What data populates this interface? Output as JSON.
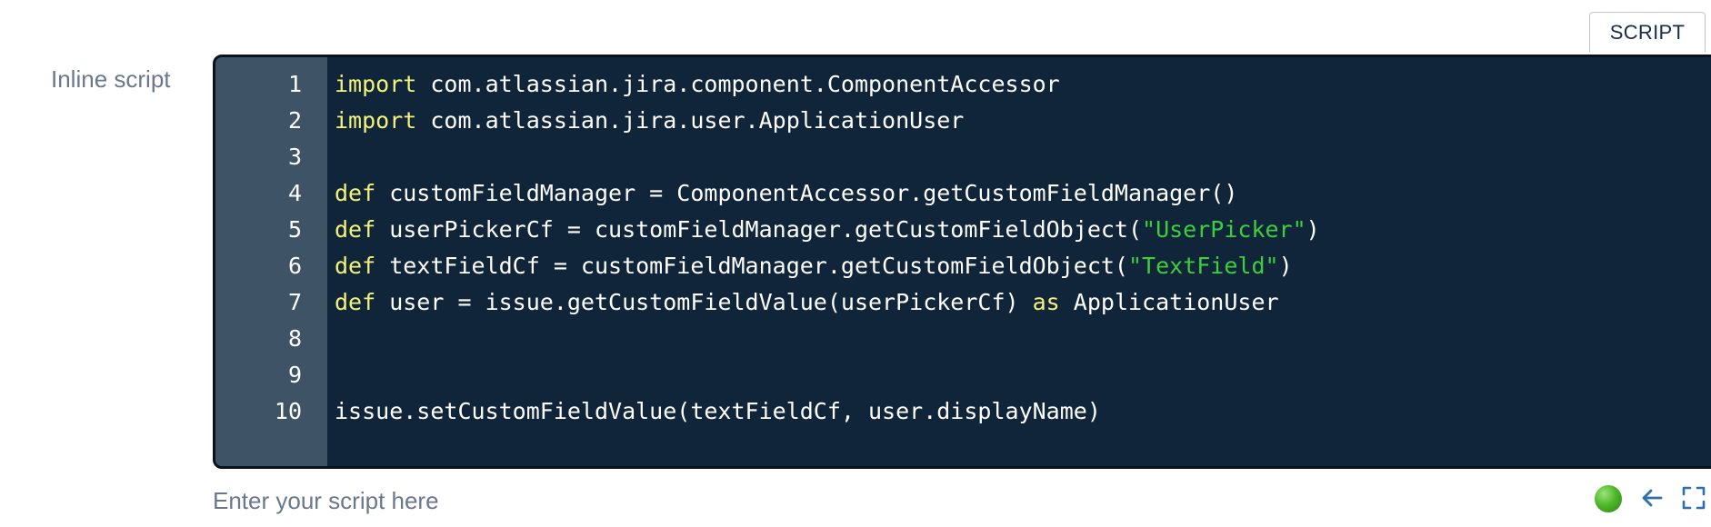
{
  "tab": {
    "label": "SCRIPT"
  },
  "field": {
    "label": "Inline script",
    "placeholder": "Enter your script here"
  },
  "editor": {
    "lines": [
      {
        "n": "1",
        "tokens": [
          {
            "t": "import",
            "k": "kw"
          },
          {
            "t": " com.atlassian.jira.component.ComponentAccessor",
            "k": "plain"
          }
        ]
      },
      {
        "n": "2",
        "tokens": [
          {
            "t": "import",
            "k": "kw"
          },
          {
            "t": " com.atlassian.jira.user.ApplicationUser",
            "k": "plain"
          }
        ]
      },
      {
        "n": "3",
        "tokens": []
      },
      {
        "n": "4",
        "tokens": [
          {
            "t": "def",
            "k": "kw"
          },
          {
            "t": " customFieldManager = ComponentAccessor.getCustomFieldManager()",
            "k": "plain"
          }
        ]
      },
      {
        "n": "5",
        "tokens": [
          {
            "t": "def",
            "k": "kw"
          },
          {
            "t": " userPickerCf = customFieldManager.getCustomFieldObject(",
            "k": "plain"
          },
          {
            "t": "\"UserPicker\"",
            "k": "str"
          },
          {
            "t": ")",
            "k": "plain"
          }
        ]
      },
      {
        "n": "6",
        "tokens": [
          {
            "t": "def",
            "k": "kw"
          },
          {
            "t": " textFieldCf = customFieldManager.getCustomFieldObject(",
            "k": "plain"
          },
          {
            "t": "\"TextField\"",
            "k": "str"
          },
          {
            "t": ")",
            "k": "plain"
          }
        ]
      },
      {
        "n": "7",
        "tokens": [
          {
            "t": "def",
            "k": "kw"
          },
          {
            "t": " user = issue.getCustomFieldValue(userPickerCf) ",
            "k": "plain"
          },
          {
            "t": "as",
            "k": "kw"
          },
          {
            "t": " ApplicationUser",
            "k": "plain"
          }
        ]
      },
      {
        "n": "8",
        "tokens": []
      },
      {
        "n": "9",
        "tokens": []
      },
      {
        "n": "10",
        "tokens": [
          {
            "t": "issue.setCustomFieldValue(textFieldCf, user.displayName)",
            "k": "plain"
          }
        ]
      }
    ]
  },
  "status": {
    "color": "#4fb82a"
  },
  "icons": {
    "status": "status-dot-icon",
    "back": "arrow-left-icon",
    "fullscreen": "fullscreen-icon"
  },
  "colors": {
    "editor_bg": "#10243a",
    "gutter_bg": "#3f5366",
    "keyword": "#f3f37a",
    "string": "#3ccf3c"
  }
}
